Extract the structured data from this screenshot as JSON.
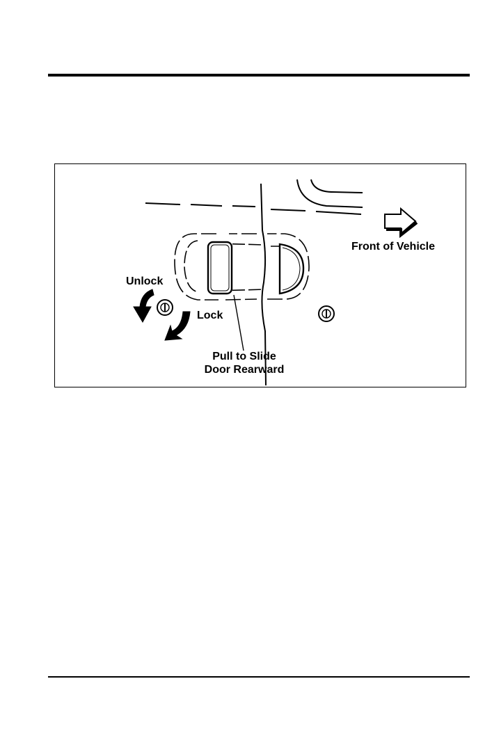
{
  "figure": {
    "labels": {
      "front_of_vehicle": "Front of Vehicle",
      "unlock": "Unlock",
      "lock": "Lock",
      "pull_line1": "Pull to Slide",
      "pull_line2": "Door Rearward"
    }
  },
  "icons": {
    "direction_arrow": "right-arrow-icon",
    "unlock_arrow": "curved-arrow-down-left-icon",
    "lock_arrow": "curved-arrow-down-right-icon",
    "key_cylinder": "lock-cylinder-icon"
  },
  "colors": {
    "ink": "#000000",
    "paper": "#ffffff"
  }
}
